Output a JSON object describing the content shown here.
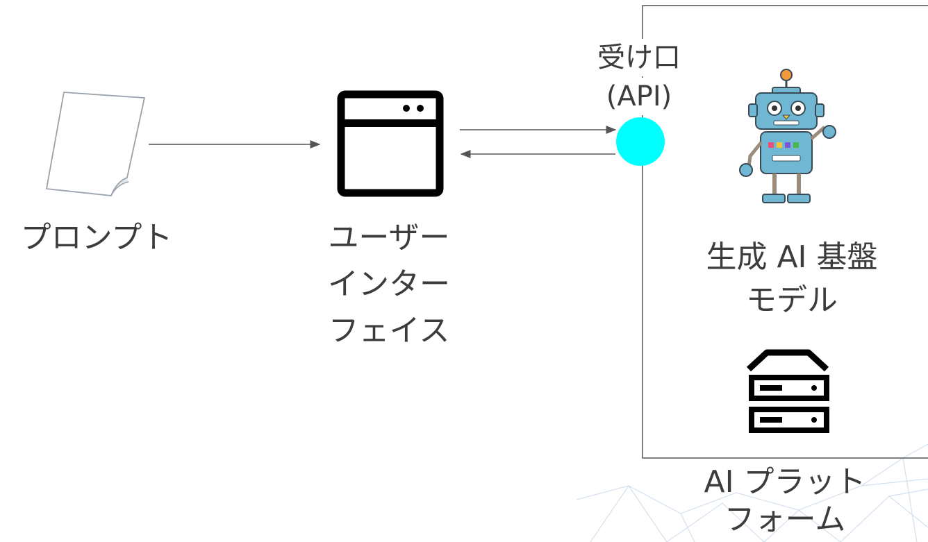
{
  "labels": {
    "prompt": "プロンプト",
    "ui_line1": "ユーザー",
    "ui_line2": "インター",
    "ui_line3": "フェイス",
    "api_line1": "受け口",
    "api_line2": "(API)",
    "model_line1": "生成 AI 基盤",
    "model_line2": "モデル",
    "platform_line1": "AI プラット",
    "platform_line2": "フォーム"
  },
  "colors": {
    "api_node": "#00ffff",
    "line": "#555555",
    "robot_body": "#6fb7d3",
    "background_mesh": "#c9d9ec"
  },
  "icons": {
    "prompt": "document-icon",
    "interface": "browser-window-icon",
    "model": "robot-icon",
    "platform": "server-icon"
  }
}
